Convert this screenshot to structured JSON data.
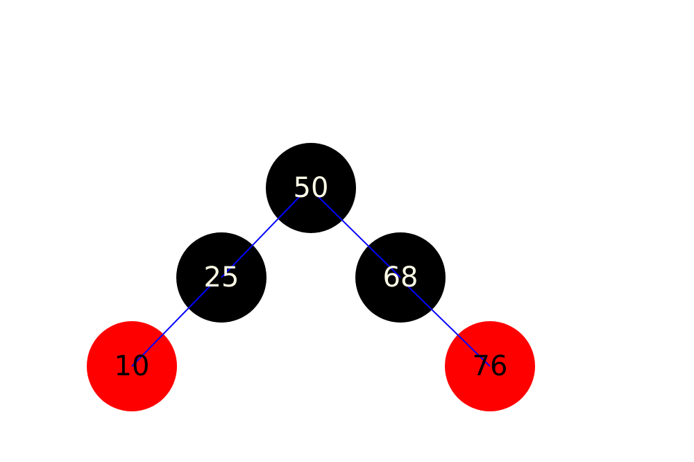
{
  "tree": {
    "type": "red-black-tree",
    "colors": {
      "black_node": "#000000",
      "red_node": "#ff0000",
      "label_on_black": "#fffde7",
      "label_on_red": "#000000",
      "edge": "#0000ff"
    },
    "nodes": [
      {
        "id": "n50",
        "value": "50",
        "color": "black",
        "parent": null
      },
      {
        "id": "n25",
        "value": "25",
        "color": "black",
        "parent": "n50"
      },
      {
        "id": "n68",
        "value": "68",
        "color": "black",
        "parent": "n50"
      },
      {
        "id": "n10",
        "value": "10",
        "color": "red",
        "parent": "n25"
      },
      {
        "id": "n76",
        "value": "76",
        "color": "red",
        "parent": "n68"
      }
    ]
  }
}
